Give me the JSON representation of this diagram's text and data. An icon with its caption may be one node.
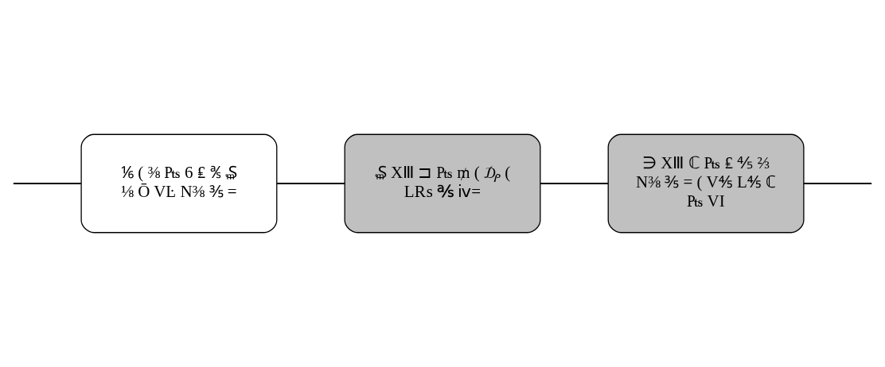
{
  "diagram": {
    "nodes": [
      {
        "text": [
          "₷ XⅢ ⊐ ₧ ₥ ( ₯ ( L₨ ℁ ⅳ="
        ]
      },
      {
        "text": [
          "⅙ ( ⅜ ₧ 6 ₤ ℁ ₷ ⅛ Ō VĿ N⅜ ⅗ ="
        ]
      },
      {
        "text": [
          "∋ XⅢ ℂ ₧ ₤ ⅘ ⅔ N⅜ ⅗ = ( V⅘ L⅘ ℂ ₧ VI"
        ]
      }
    ],
    "edges": [
      {
        "from": null,
        "to": 1,
        "arrow": "none"
      },
      {
        "from": 1,
        "to": 0,
        "arrow": "none"
      },
      {
        "from": 0,
        "to": 2,
        "arrow": "none"
      },
      {
        "from": 2,
        "to": null,
        "arrow": "none"
      }
    ]
  }
}
